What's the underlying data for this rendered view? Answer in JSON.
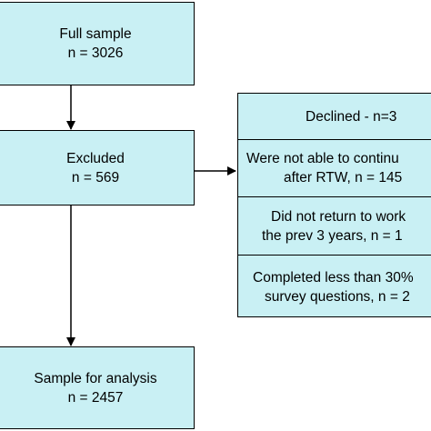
{
  "full_sample": {
    "line1": "Full sample",
    "line2": "n = 3026"
  },
  "excluded": {
    "line1": "Excluded",
    "line2": "n = 569"
  },
  "analysis": {
    "line1": "Sample for analysis",
    "line2": "n = 2457"
  },
  "declined": {
    "header": "Declined - n=3",
    "reasons": [
      {
        "line1": "Were not able to continu",
        "line2": "after RTW, n = 145"
      },
      {
        "line1": "Did not return to work",
        "line2": "the prev 3 years, n = 1"
      },
      {
        "line1": "Completed less than 30%",
        "line2": "survey questions, n = 2"
      }
    ]
  },
  "colors": {
    "box_fill": "#c9f0f4",
    "border": "#000000",
    "arrow": "#000000"
  }
}
